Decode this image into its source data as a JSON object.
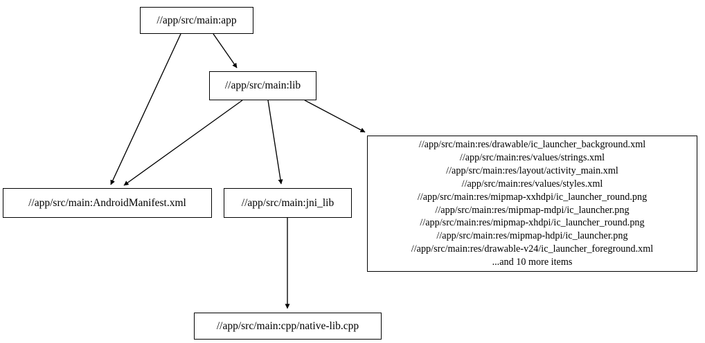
{
  "graph": {
    "type": "dependency-graph",
    "direction": "top-to-bottom",
    "background_color": "#ffffff",
    "node_border_color": "#000000",
    "edge_color": "#000000",
    "text_color": "#000000",
    "nodes": [
      {
        "id": "app",
        "label": "//app/src/main:app",
        "shape": "box"
      },
      {
        "id": "lib",
        "label": "//app/src/main:lib",
        "shape": "box"
      },
      {
        "id": "manifest",
        "label": "//app/src/main:AndroidManifest.xml",
        "shape": "box"
      },
      {
        "id": "jni_lib",
        "label": "//app/src/main:jni_lib",
        "shape": "box"
      },
      {
        "id": "res",
        "shape": "box",
        "lines": [
          "//app/src/main:res/drawable/ic_launcher_background.xml",
          "//app/src/main:res/values/strings.xml",
          "//app/src/main:res/layout/activity_main.xml",
          "//app/src/main:res/values/styles.xml",
          "//app/src/main:res/mipmap-xxhdpi/ic_launcher_round.png",
          "//app/src/main:res/mipmap-mdpi/ic_launcher.png",
          "//app/src/main:res/mipmap-xhdpi/ic_launcher_round.png",
          "//app/src/main:res/mipmap-hdpi/ic_launcher.png",
          "//app/src/main:res/drawable-v24/ic_launcher_foreground.xml",
          "...and 10 more items"
        ]
      },
      {
        "id": "native_lib",
        "label": "//app/src/main:cpp/native-lib.cpp",
        "shape": "box"
      }
    ],
    "edges": [
      {
        "from": "app",
        "to": "manifest",
        "arrowhead": "normal"
      },
      {
        "from": "app",
        "to": "lib",
        "arrowhead": "normal"
      },
      {
        "from": "lib",
        "to": "manifest",
        "arrowhead": "normal"
      },
      {
        "from": "lib",
        "to": "jni_lib",
        "arrowhead": "normal"
      },
      {
        "from": "lib",
        "to": "res",
        "arrowhead": "normal"
      },
      {
        "from": "jni_lib",
        "to": "native_lib",
        "arrowhead": "normal"
      }
    ]
  }
}
